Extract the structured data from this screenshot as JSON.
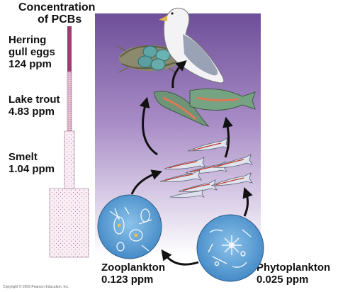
{
  "title": {
    "line1": "Concentration",
    "line2": "of PCBs"
  },
  "levels": [
    {
      "organism": "Herring gull eggs",
      "line1": "Herring",
      "line2": "gull eggs",
      "value": "124 ppm"
    },
    {
      "organism": "Lake trout",
      "line1": "Lake trout",
      "line2": "",
      "value": "4.83 ppm"
    },
    {
      "organism": "Smelt",
      "line1": "Smelt",
      "line2": "",
      "value": "1.04 ppm"
    },
    {
      "organism": "Zooplankton",
      "line1": "Zooplankton",
      "line2": "",
      "value": "0.123 ppm"
    },
    {
      "organism": "Phytoplankton",
      "line1": "Phytoplankton",
      "line2": "",
      "value": "0.025 ppm"
    }
  ],
  "copyright": "Copyright © 2009 Pearson Education, Inc.",
  "colors": {
    "panel_top": "#7a5aa3",
    "panel_bottom": "#ffffff",
    "bar_fill": "#f7e9f1",
    "bar_stipple": "#b0558a",
    "circle_fill": "#5fa0d6",
    "arrow": "#111111"
  }
}
